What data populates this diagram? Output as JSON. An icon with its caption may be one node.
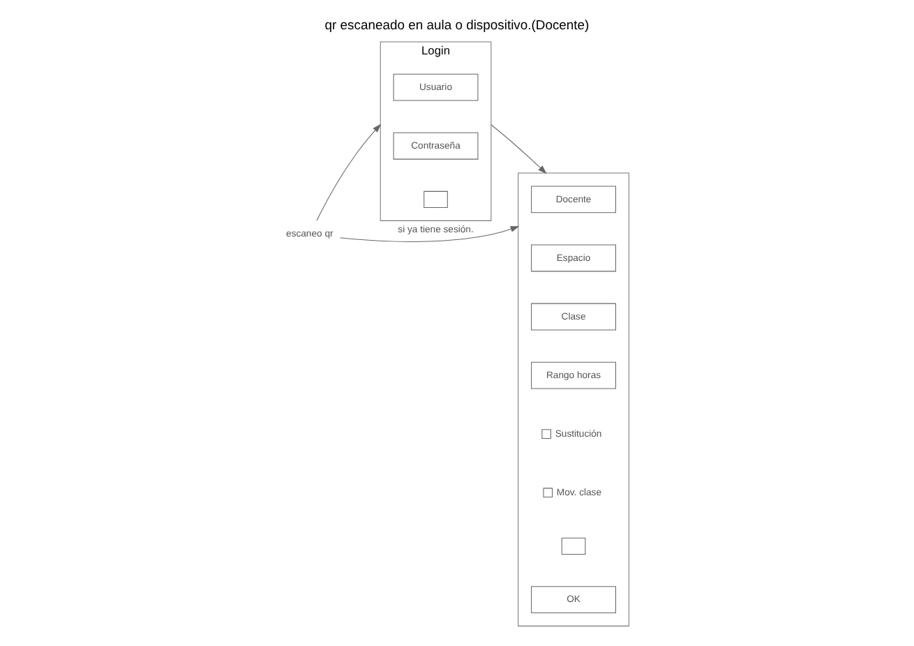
{
  "diagram": {
    "title": "qr escaneado en aula o dispositivo.(Docente)",
    "nodes": [
      {
        "text": [
          "Login"
        ]
      },
      {
        "text": [
          "Usuario"
        ],
        "in": 0
      },
      {
        "text": [
          "Contraseña"
        ],
        "in": 0
      },
      {
        "text": [],
        "shape": "box",
        "in": 0
      },
      {
        "text": [],
        "shape": "box"
      },
      {
        "text": [
          "Docente"
        ],
        "in": 4
      },
      {
        "text": [
          "Espacio"
        ],
        "in": 4
      },
      {
        "text": [
          "Clase"
        ],
        "in": 4
      },
      {
        "text": [
          "Rango horas"
        ],
        "in": 4
      },
      {
        "text": [
          "Sustitución"
        ],
        "in": 4
      },
      {
        "text": [
          "Mov. clase"
        ],
        "in": 4
      },
      {
        "text": [],
        "shape": "box",
        "in": 4
      },
      {
        "text": [
          "OK"
        ],
        "in": 4
      },
      {
        "text": [
          "escaneo qr"
        ]
      }
    ],
    "edges": [
      {
        "from": 13,
        "to": 0,
        "arrow": "to"
      },
      {
        "from": 0,
        "to": 4,
        "arrow": "to"
      },
      {
        "from": 13,
        "to": 4,
        "arrow": "to",
        "label": "si ya tiene sesión."
      }
    ]
  }
}
